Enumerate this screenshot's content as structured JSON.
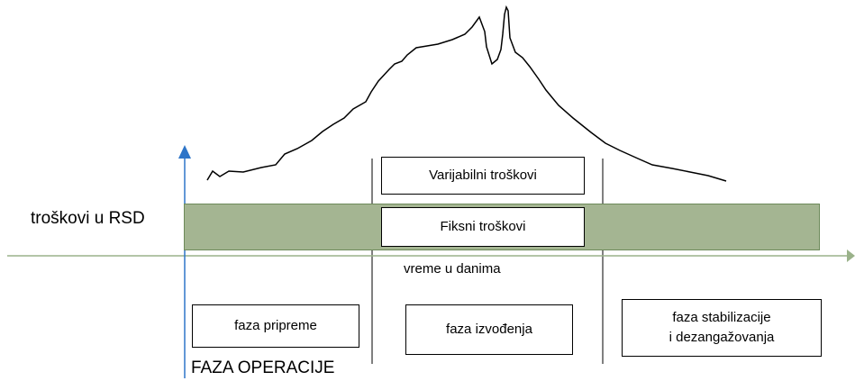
{
  "diagram": {
    "y_axis_label": "troškovi u RSD",
    "x_axis_label": "vreme u danima",
    "phases_title": "FAZA OPERACIJE",
    "variable_costs": "Varijabilni troškovi",
    "fixed_costs": "Fiksni troškovi",
    "phases": [
      {
        "lines": [
          "faza pripreme"
        ]
      },
      {
        "lines": [
          "faza izvođenja"
        ]
      },
      {
        "lines": [
          "faza stabilizacije",
          "i dezangažovanja"
        ]
      }
    ]
  },
  "colors": {
    "fixed_band": "#a4b592",
    "fixed_band_border": "#6d8a5a",
    "y_axis": "#2e75c8",
    "x_axis": "#9ab28a",
    "lines": "#000000"
  }
}
